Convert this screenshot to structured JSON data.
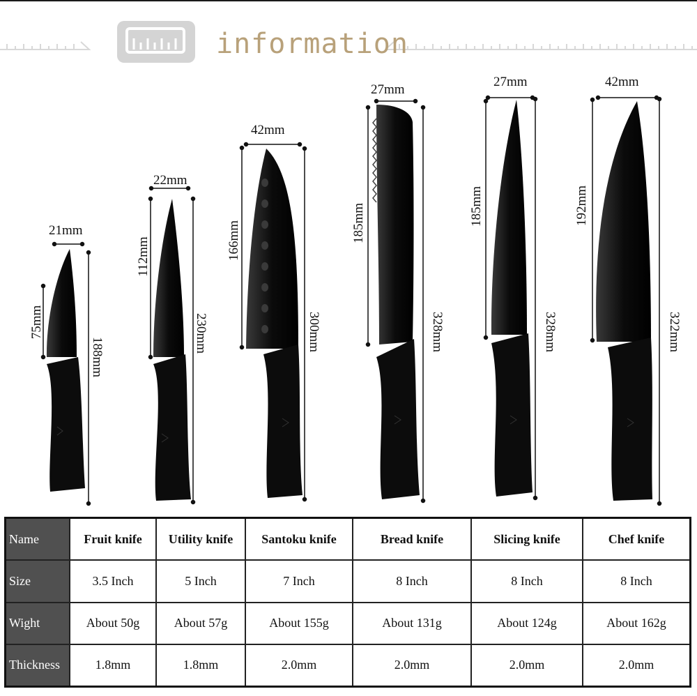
{
  "header": {
    "title": "information",
    "title_color": "#b8a17a",
    "badge_color": "#d4d4d4",
    "badge_icon": "ruler-icon"
  },
  "knives": [
    {
      "name": "Fruit knife",
      "blade_width": "21mm",
      "blade_length": "75mm",
      "total_length": "188mm"
    },
    {
      "name": "Utility knife",
      "blade_width": "22mm",
      "blade_length": "112mm",
      "total_length": "230mm"
    },
    {
      "name": "Santoku knife",
      "blade_width": "42mm",
      "blade_length": "166mm",
      "total_length": "300mm"
    },
    {
      "name": "Bread knife",
      "blade_width": "27mm",
      "blade_length": "185mm",
      "total_length": "328mm"
    },
    {
      "name": "Slicing knife",
      "blade_width": "27mm",
      "blade_length": "185mm",
      "total_length": "328mm"
    },
    {
      "name": "Chef knife",
      "blade_width": "42mm",
      "blade_length": "192mm",
      "total_length": "322mm"
    }
  ],
  "table": {
    "row_labels": {
      "name": "Name",
      "size": "Size",
      "weight": "Wight",
      "thickness": "Thickness"
    },
    "names": [
      "Fruit knife",
      "Utility knife",
      "Santoku knife",
      "Bread knife",
      "Slicing knife",
      "Chef knife"
    ],
    "sizes": [
      "3.5 Inch",
      "5 Inch",
      "7 Inch",
      "8 Inch",
      "8 Inch",
      "8 Inch"
    ],
    "weights": [
      "About 50g",
      "About 57g",
      "About 155g",
      "About 131g",
      "About 124g",
      "About 162g"
    ],
    "thickness": [
      "1.8mm",
      "1.8mm",
      "2.0mm",
      "2.0mm",
      "2.0mm",
      "2.0mm"
    ],
    "header_cell_color": "#505050"
  }
}
